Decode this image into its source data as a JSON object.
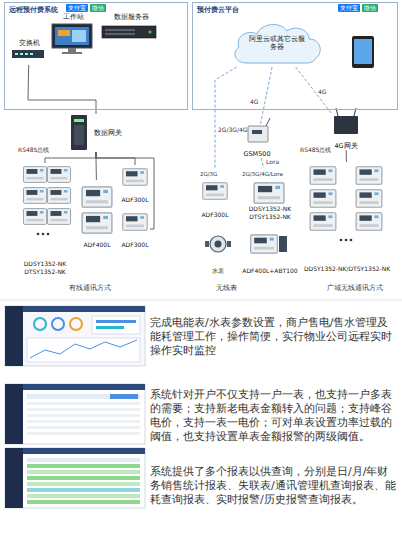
{
  "diagram": {
    "nodes": [
      {
        "text": [
          "远程预付费系统"
        ]
      },
      {
        "text": [
          "工作站"
        ],
        "in": 0
      },
      {
        "text": [
          "数据服务器"
        ],
        "in": 0
      },
      {
        "text": [
          "交换机"
        ],
        "in": 0
      },
      {
        "text": [
          "预付费云平台"
        ]
      },
      {
        "text": [
          "阿里云或其它云服务器"
        ],
        "in": 4
      },
      {
        "text": [
          "数据网关"
        ]
      },
      {
        "text": [
          "GSM500"
        ]
      },
      {
        "text": [
          "4G网关"
        ]
      },
      {
        "text": [
          "DDSY1352-NK DTSY1352-NK"
        ]
      },
      {
        "text": [
          "ADF400L"
        ]
      },
      {
        "text": [
          "ADF300L"
        ]
      },
      {
        "text": [
          "ADF300L"
        ]
      },
      {
        "text": [
          "ADF300L"
        ]
      },
      {
        "text": [
          "DDSY1352-NK DTSY1352-NK"
        ]
      },
      {
        "text": [
          "水表"
        ]
      },
      {
        "text": [
          "ADF400L+ABT100"
        ]
      },
      {
        "text": [
          "DDSY1352-NK/DTSY1352-NK"
        ]
      }
    ],
    "edges": [
      {
        "from": 3,
        "to": 6,
        "arrow": "none"
      },
      {
        "from": 6,
        "to": 9,
        "arrow": "none"
      },
      {
        "from": 6,
        "to": 10,
        "arrow": "none"
      },
      {
        "from": 6,
        "to": 11,
        "arrow": "none"
      },
      {
        "from": 6,
        "to": 12,
        "arrow": "none"
      },
      {
        "from": 5,
        "to": 7,
        "label": "4G",
        "arrow": "none"
      },
      {
        "from": 5,
        "to": 8,
        "label": "4G",
        "arrow": "none"
      },
      {
        "from": 8,
        "to": 17,
        "arrow": "none"
      },
      {
        "from": 5,
        "to": 13,
        "label": "2G/3G/4G",
        "arrow": "none"
      },
      {
        "from": 7,
        "to": 14,
        "label": "Lora",
        "arrow": "none"
      }
    ],
    "labels": [
      "支付宝",
      "微信",
      "支付宝",
      "微信",
      "RS485总线",
      "RS485总线",
      "2G/3G",
      "2G/3G/4G/Lora",
      "有线通讯方式",
      "无线表",
      "广域无线通讯方式",
      "完成电能表/水表参数设置，商户售电/售水管理及能耗管理工作，操作简便，实行物业公司远程实时操作实时监控",
      "系统针对开户不仅支持一户一表，也支持一户多表的需要；支持新老电表金额转入的问题；支持峰谷电价，支持一表一电价；可对单表设置功率过载的阈值，也支持设置单表金额报警的两级阈值。",
      "系统提供了多个报表以供查询，分别是日/月/年财务销售统计报表、失联表/通讯管理机查询报表、能耗查询报表、实时报警/历史报警查询报表。"
    ]
  }
}
